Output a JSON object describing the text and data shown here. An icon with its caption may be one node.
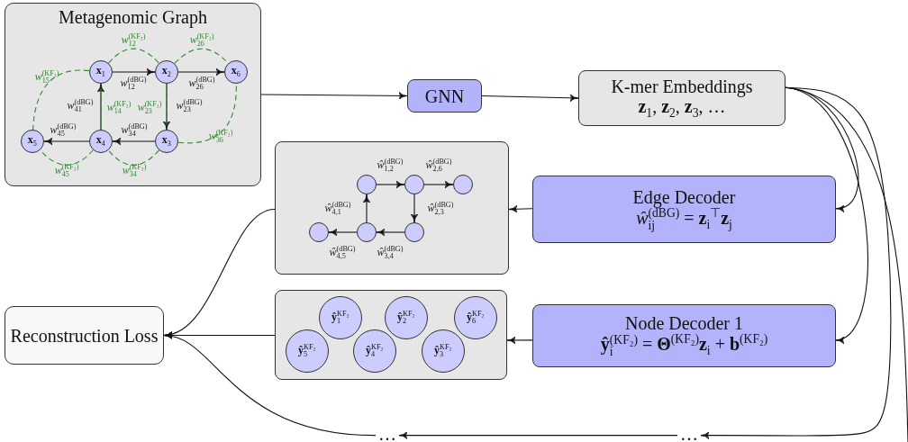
{
  "diagram": {
    "nodes": [
      {
        "text": [
          "Metagenomic Graph"
        ]
      },
      {
        "text": [
          "**x**$_{1}$"
        ],
        "in": 0
      },
      {
        "text": [
          "**x**$_{2}$"
        ],
        "in": 0
      },
      {
        "text": [
          "**x**$_{6}$"
        ],
        "in": 0
      },
      {
        "text": [
          "**x**$_{5}$"
        ],
        "in": 0
      },
      {
        "text": [
          "**x**$_{4}$"
        ],
        "in": 0
      },
      {
        "text": [
          "**x**$_{3}$"
        ],
        "in": 0
      },
      {
        "text": [
          "GNN"
        ]
      },
      {
        "text": [
          "K-mer Embeddings",
          "**z**$_{1}$, **z**$_{2}$, **z**$_{3}$, …"
        ]
      },
      {
        "text": [],
        "shape": "box"
      },
      {
        "text": [],
        "shape": "circle",
        "in": 9
      },
      {
        "text": [],
        "shape": "circle",
        "in": 9
      },
      {
        "text": [],
        "shape": "circle",
        "in": 9
      },
      {
        "text": [],
        "shape": "circle",
        "in": 9
      },
      {
        "text": [],
        "shape": "circle",
        "in": 9
      },
      {
        "text": [],
        "shape": "circle",
        "in": 9
      },
      {
        "text": [
          "Edge Decoder",
          "*ŵ*$^{(dBG)}$$_{ij}$ = **z**$_{i}$$^{⊤}$**z**$_{j}$"
        ]
      },
      {
        "text": [
          "Reconstruction Loss"
        ]
      },
      {
        "text": [],
        "shape": "box"
      },
      {
        "text": [
          "**ŷ**$^{KF₂}$$_{1}$"
        ],
        "in": 18
      },
      {
        "text": [
          "**ŷ**$^{KF₂}$$_{2}$"
        ],
        "in": 18
      },
      {
        "text": [
          "**ŷ**$^{KF₂}$$_{6}$"
        ],
        "in": 18
      },
      {
        "text": [
          "**ŷ**$^{KF₂}$$_{5}$"
        ],
        "in": 18
      },
      {
        "text": [
          "**ŷ**$^{KF₂}$$_{4}$"
        ],
        "in": 18
      },
      {
        "text": [
          "**ŷ**$^{KF₂}$$_{3}$"
        ],
        "in": 18
      },
      {
        "text": [
          "Node Decoder 1",
          "**ŷ**$^{(KF₂)}$$_{i}$ = **Θ**$^{(KF₂)}$**z**$_{i}$ + **b**$^{(KF₂)}$"
        ]
      },
      {
        "text": [
          "…"
        ]
      },
      {
        "text": [
          "…"
        ]
      }
    ],
    "edges": [
      {
        "from": 0,
        "to": 7,
        "arrow": "to"
      },
      {
        "from": 7,
        "to": 8,
        "arrow": "to"
      },
      {
        "from": 8,
        "to": 16,
        "arrow": "to"
      },
      {
        "from": 8,
        "to": 25,
        "arrow": "to"
      },
      {
        "from": 8,
        "to": 27,
        "arrow": "to"
      },
      {
        "from": 8,
        "to": null,
        "arrow": "none"
      },
      {
        "from": 16,
        "to": 9,
        "arrow": "to"
      },
      {
        "from": 25,
        "to": 18,
        "arrow": "to"
      },
      {
        "from": 27,
        "to": 26,
        "arrow": "to"
      },
      {
        "from": 9,
        "to": 17,
        "arrow": "to"
      },
      {
        "from": 18,
        "to": 17,
        "arrow": "to"
      },
      {
        "from": 26,
        "to": 17,
        "arrow": "to"
      },
      {
        "from": 1,
        "to": 2,
        "arrow": "to",
        "label": "*w*$^{(dBG)}$$_{12}$"
      },
      {
        "from": 2,
        "to": 3,
        "arrow": "to",
        "label": "*w*$^{(dBG)}$$_{26}$"
      },
      {
        "from": 2,
        "to": 6,
        "arrow": "to",
        "label": "*w*$^{(dBG)}$$_{23}$"
      },
      {
        "from": 6,
        "to": 5,
        "arrow": "to",
        "label": "*w*$^{(dBG)}$$_{34}$"
      },
      {
        "from": 5,
        "to": 1,
        "arrow": "to",
        "label": "*w*$^{(dBG)}$$_{41}$"
      },
      {
        "from": 5,
        "to": 4,
        "arrow": "to",
        "label": "*w*$^{(dBG)}$$_{45}$"
      },
      {
        "from": 1,
        "to": 2,
        "arrow": "none",
        "style": "dashed",
        "color": "#2e8b2e",
        "label": "*w*$^{(KF₂)}$$_{12}$"
      },
      {
        "from": 2,
        "to": 3,
        "arrow": "none",
        "style": "dashed",
        "color": "#2e8b2e",
        "label": "*w*$^{(KF₂)}$$_{26}$"
      },
      {
        "from": 1,
        "to": 4,
        "arrow": "none",
        "style": "dashed",
        "color": "#2e8b2e",
        "label": "*w*$^{(KF₂)}$$_{15}$"
      },
      {
        "from": 5,
        "to": 1,
        "arrow": "none",
        "style": "dashed",
        "color": "#2e8b2e",
        "label": "*w*$^{(KF₂)}$$_{14}$"
      },
      {
        "from": 2,
        "to": 6,
        "arrow": "none",
        "style": "dashed",
        "color": "#2e8b2e",
        "label": "*w*$^{(KF₂)}$$_{23}$"
      },
      {
        "from": 6,
        "to": 3,
        "arrow": "none",
        "style": "dashed",
        "color": "#2e8b2e",
        "label": "*w*$^{(KF₂)}$$_{36}$"
      },
      {
        "from": 5,
        "to": 4,
        "arrow": "none",
        "style": "dashed",
        "color": "#2e8b2e",
        "label": "*w*$^{(KF₂)}$$_{45}$"
      },
      {
        "from": 6,
        "to": 5,
        "arrow": "none",
        "style": "dashed",
        "color": "#2e8b2e",
        "label": "*w*$^{(KF₂)}$$_{34}$"
      },
      {
        "from": 10,
        "to": 11,
        "arrow": "to",
        "label": "*ŵ*$^{(dBG)}$$_{1,2}$"
      },
      {
        "from": 11,
        "to": 12,
        "arrow": "to",
        "label": "*ŵ*$^{(dBG)}$$_{2,6}$"
      },
      {
        "from": 11,
        "to": 15,
        "arrow": "to",
        "label": "*ŵ*$^{(dBG)}$$_{2,3}$"
      },
      {
        "from": 15,
        "to": 14,
        "arrow": "to",
        "label": "*ŵ*$^{(dBG)}$$_{3,4}$"
      },
      {
        "from": 14,
        "to": 10,
        "arrow": "to",
        "label": "*ŵ*$^{(dBG)}$$_{4,1}$"
      },
      {
        "from": 14,
        "to": 13,
        "arrow": "to",
        "label": "*ŵ*$^{(dBG)}$$_{4,5}$"
      }
    ]
  }
}
